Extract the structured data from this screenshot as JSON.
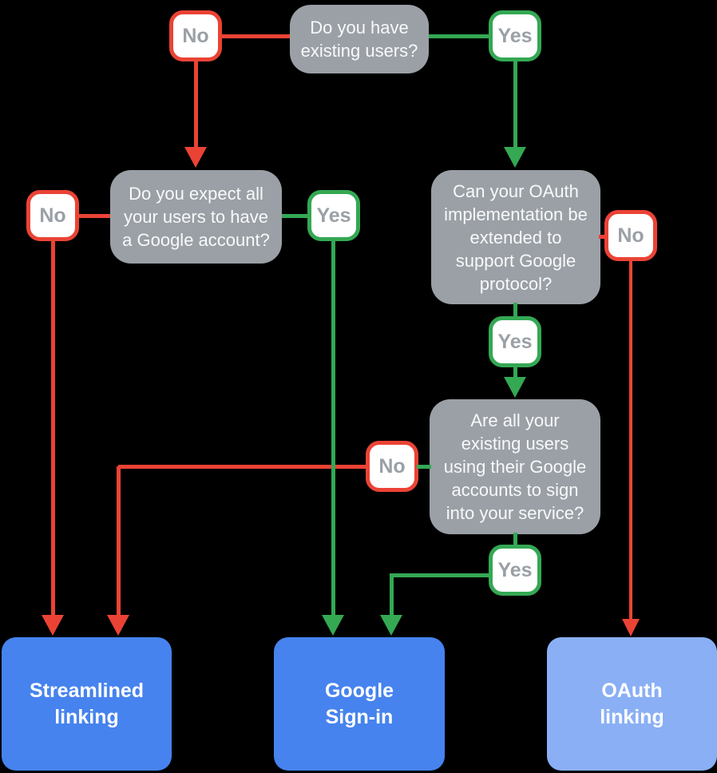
{
  "diagram": {
    "questions": {
      "q1": {
        "text": [
          "Do you have",
          "existing users?"
        ]
      },
      "q2": {
        "text": [
          "Do you expect all",
          "your users to have",
          "a Google account?"
        ]
      },
      "q3": {
        "text": [
          "Can your OAuth",
          "implementation be",
          "extended to",
          "support Google",
          "protocol?"
        ]
      },
      "q4": {
        "text": [
          "Are all your",
          "existing users",
          "using their Google",
          "accounts to sign",
          "into your service?"
        ]
      }
    },
    "labels": {
      "no": "No",
      "yes": "Yes"
    },
    "outcomes": {
      "streamlined": {
        "text": [
          "Streamlined",
          "linking"
        ]
      },
      "google_signin": {
        "text": [
          "Google",
          "Sign-in"
        ]
      },
      "oauth_linking": {
        "text": [
          "OAuth",
          "linking"
        ]
      }
    },
    "colors": {
      "red": "#EA4335",
      "green": "#34A853",
      "gray": "#9AA0A6",
      "blue": "#4683EE",
      "lightblue": "#8AAFF5",
      "label_text": "#9AA0A6",
      "question_text": "#F8F9FA",
      "background": "#000000"
    }
  }
}
